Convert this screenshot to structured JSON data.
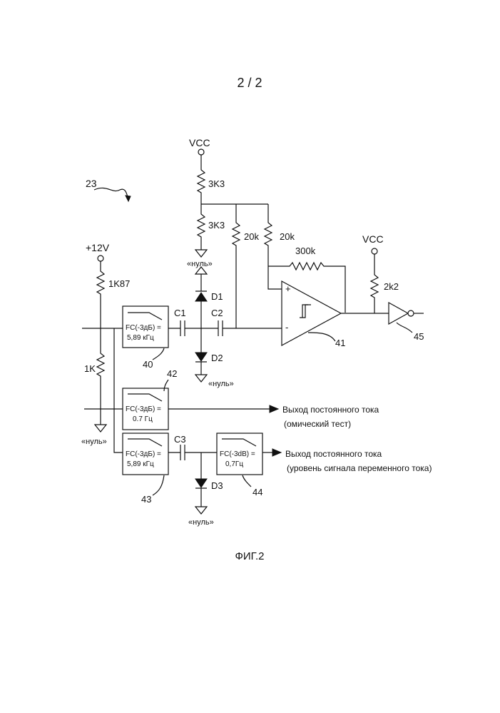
{
  "page": {
    "number": "2 / 2",
    "figure_caption": "ФИГ.2"
  },
  "ref": {
    "circuit": "23",
    "filter1": "40",
    "opamp": "41",
    "filter2": "42",
    "filter3": "43",
    "filter4": "44",
    "inverter": "45"
  },
  "power": {
    "vcc_top": "VCC",
    "vcc_right": "VCC",
    "plus12": "+12V"
  },
  "resistors": {
    "r_top": "3K3",
    "r_mid": "3K3",
    "r_20k_a": "20k",
    "r_20k_b": "20k",
    "r_300k": "300k",
    "r_1k87": "1K87",
    "r_1k": "1K",
    "r_2k2": "2k2"
  },
  "caps": {
    "c1": "C1",
    "c2": "C2",
    "c3": "C3"
  },
  "diodes": {
    "d1": "D1",
    "d2": "D2",
    "d3": "D3"
  },
  "grounds": {
    "g1": "«нуль»",
    "g2": "«нуль»",
    "g3": "«нуль»",
    "g4": "«нуль»"
  },
  "filters": {
    "f40": {
      "line1": "FC(-3дБ) =",
      "line2": "5,89 кГц"
    },
    "f42": {
      "line1": "FC(-3дБ) =",
      "line2": "0.7 Гц"
    },
    "f43": {
      "line1": "FC(-3дБ) =",
      "line2": "5,89 кГц"
    },
    "f44": {
      "line1": "FC(-3dB) =",
      "line2": "0,7Гц"
    }
  },
  "opamp": {
    "plus": "+",
    "minus": "-"
  },
  "outputs": {
    "out1_line1": "Выход постоянного тока",
    "out1_line2": "(омический тест)",
    "out2_line1": "Выход постоянного тока",
    "out2_line2": "(уровень сигнала переменного тока)"
  }
}
